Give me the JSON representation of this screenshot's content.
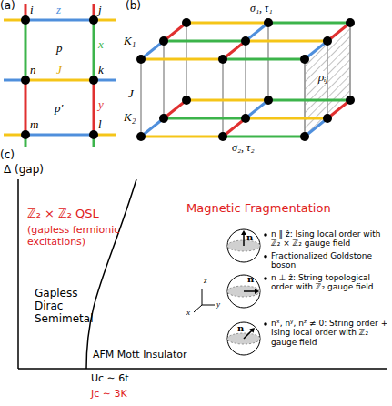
{
  "diagram": {
    "nodes": [
      {
        "text": [
          "n"
        ]
      },
      {
        "text": [
          "n"
        ]
      },
      {
        "text": [
          "n"
        ]
      }
    ],
    "labels": [
      "(a)",
      "(b)",
      "(c)",
      "i",
      "j",
      "n",
      "k",
      "m",
      "l",
      "z",
      "x",
      "J",
      "y",
      "p",
      "p′",
      "K₁",
      "J",
      "K₂",
      "σ₁, τ₁",
      "σ₂, τ₂",
      "ρᵢⱼ",
      "Δ (gap)",
      "ℤ₂ × ℤ₂ QSL",
      "(gapless fermionic excitations)",
      "Gapless Dirac Semimetal",
      "AFM Mott Insulator",
      "Uc ∼ 6t",
      "Jc ∼ 3K",
      "Magnetic Fragmentation",
      "n ∥ ẑ: Ising local order with ℤ₂ × ℤ₂ gauge field",
      "Fractionalized Goldstone boson",
      "n ⊥ ẑ: String topological order with ℤ₂ gauge field",
      "nˣ, nʸ, nᶻ ≠ 0: String order + Ising local order with ℤ₂ gauge field",
      "z",
      "x",
      "y"
    ]
  }
}
